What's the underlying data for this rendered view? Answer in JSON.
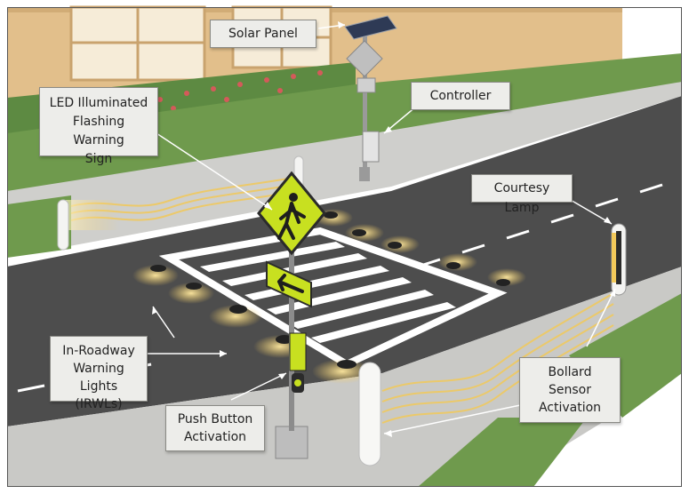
{
  "labels": {
    "solar_panel": "Solar Panel",
    "controller": "Controller",
    "led_sign": "LED Illuminated\nFlashing Warning\nSign",
    "courtesy_lamp": "Courtesy Lamp",
    "irwl": "In-Roadway\nWarning Lights\n(IRWLs)",
    "push_button": "Push Button\nActivation",
    "bollard_sensor": "Bollard\nSensor\nActivation"
  },
  "colors": {
    "sky": "#ffffff",
    "building": "#e6c38f",
    "grass": "#6f9a4d",
    "road": "#4d4d4d",
    "sidewalk": "#c9c9c6",
    "crosswalk": "#ffffff",
    "sign_yellow": "#c8e020",
    "light_glow": "#f2c95a",
    "label_bg": "#ededea"
  }
}
